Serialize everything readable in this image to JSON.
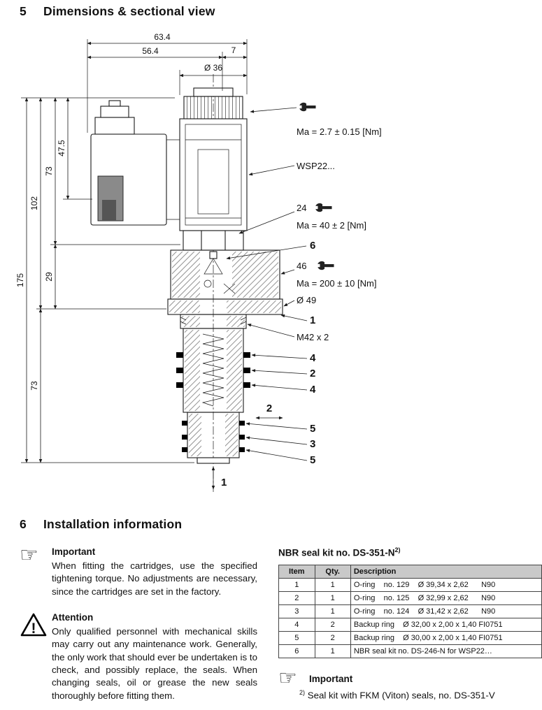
{
  "sections": {
    "s5_num": "5",
    "s5_title": "Dimensions & sectional view",
    "s6_num": "6",
    "s6_title": "Installation information"
  },
  "icons": {
    "pointing_hand": "☞",
    "warning_mark": "!"
  },
  "drawing": {
    "dim_63": "63.4",
    "dim_56": "56.4",
    "dim_7": "7",
    "dim_d36": "Ø 36",
    "dim_47": "47.5",
    "dim_73u": "73",
    "dim_102": "102",
    "dim_175": "175",
    "dim_29": "29",
    "dim_73l": "73",
    "dim_d49": "Ø 49",
    "thread": "M42 x 2",
    "torque_hand": "Ma = 2.7 ± 0.15 [Nm]",
    "type_label": "WSP22...",
    "af24": "24",
    "torque_24": "Ma = 40 ± 2 [Nm]",
    "af46": "46",
    "torque_46": "Ma = 200 ± 10 [Nm]",
    "item_1": "1",
    "item_2": "2",
    "item_3": "3",
    "item_4": "4",
    "item_5": "5",
    "item_6": "6",
    "port_1": "1",
    "port_2": "2"
  },
  "notes": {
    "important_title": "Important",
    "important_text": "When fitting the cartridges, use the specified tightening torque. No adjustments are necessary, since the cartridges are set in the factory.",
    "attention_title": "Attention",
    "attention_text": "Only qualified personnel with mechanical skills may carry out any maintenance work. Generally, the only work that should ever be undertaken is to check, and possibly replace, the seals. When changing seals, oil or grease the new seals thoroughly before fitting them."
  },
  "seal_table": {
    "title": "NBR seal kit no. DS-351-N",
    "sup": "2)",
    "col_item": "Item",
    "col_qty": "Qty.",
    "col_desc": "Description",
    "rows": [
      {
        "item": "1",
        "qty": "1",
        "desc": "O-ring    no. 129    Ø 39,34 x 2,62      N90"
      },
      {
        "item": "2",
        "qty": "1",
        "desc": "O-ring    no. 125    Ø 32,99 x 2,62      N90"
      },
      {
        "item": "3",
        "qty": "1",
        "desc": "O-ring    no. 124    Ø 31,42 x 2,62      N90"
      },
      {
        "item": "4",
        "qty": "2",
        "desc": "Backup ring    Ø 32,00 x 2,00 x 1,40 FI0751"
      },
      {
        "item": "5",
        "qty": "2",
        "desc": "Backup ring    Ø 30,00 x 2,00 x 1,40 FI0751"
      },
      {
        "item": "6",
        "qty": "1",
        "desc": "NBR seal kit no. DS-246-N for WSP22…"
      }
    ]
  },
  "footnote": {
    "important_title": "Important",
    "marker": "2)",
    "text": "Seal kit with FKM (Viton) seals, no. DS-351-V"
  }
}
